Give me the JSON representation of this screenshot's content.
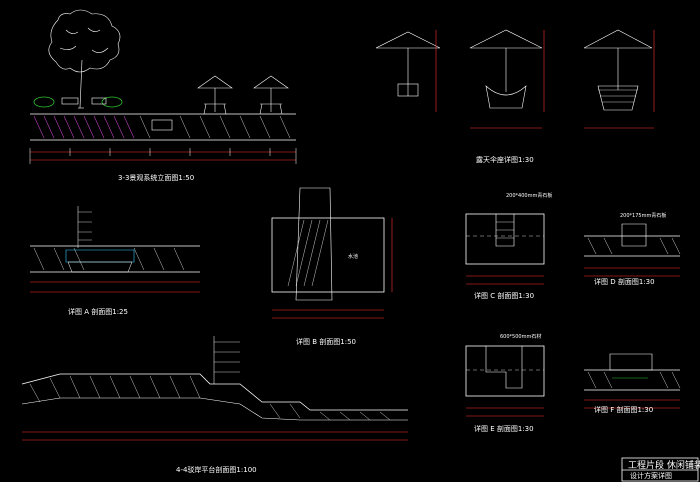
{
  "colors": {
    "background": "#000000",
    "line_white": "#ffffff",
    "dim_red": "#ff3030",
    "hatch_magenta": "#c040c0",
    "cyan": "#30d0ff",
    "yellow": "#e0e040",
    "green": "#30c030"
  },
  "captions": {
    "section_3_3": "3-3景观系统立面图1:50",
    "umbrella_elev": "露天伞座详图1:30",
    "detail_a": "详图 A 剖面图1:25",
    "detail_b": "详图 B 剖面图1:50",
    "detail_c": "详图 C 剖面图1:30",
    "detail_d": "详图 D 剖面图1:30",
    "detail_e": "详图 E 剖面图1:30",
    "detail_f": "详图 F 剖面图1:30",
    "section_4_4": "4-4驳岸平台剖面图1:100"
  },
  "annotations": {
    "plan_c_note": "200*400mm青石板",
    "plan_e_note": "600*500mm石材",
    "detail_d_note": "200*175mm青石板",
    "detail_b_label": "水池"
  },
  "title_block": {
    "title": "工程片段 休闲铺装",
    "subtitle": "设计方案详图"
  }
}
